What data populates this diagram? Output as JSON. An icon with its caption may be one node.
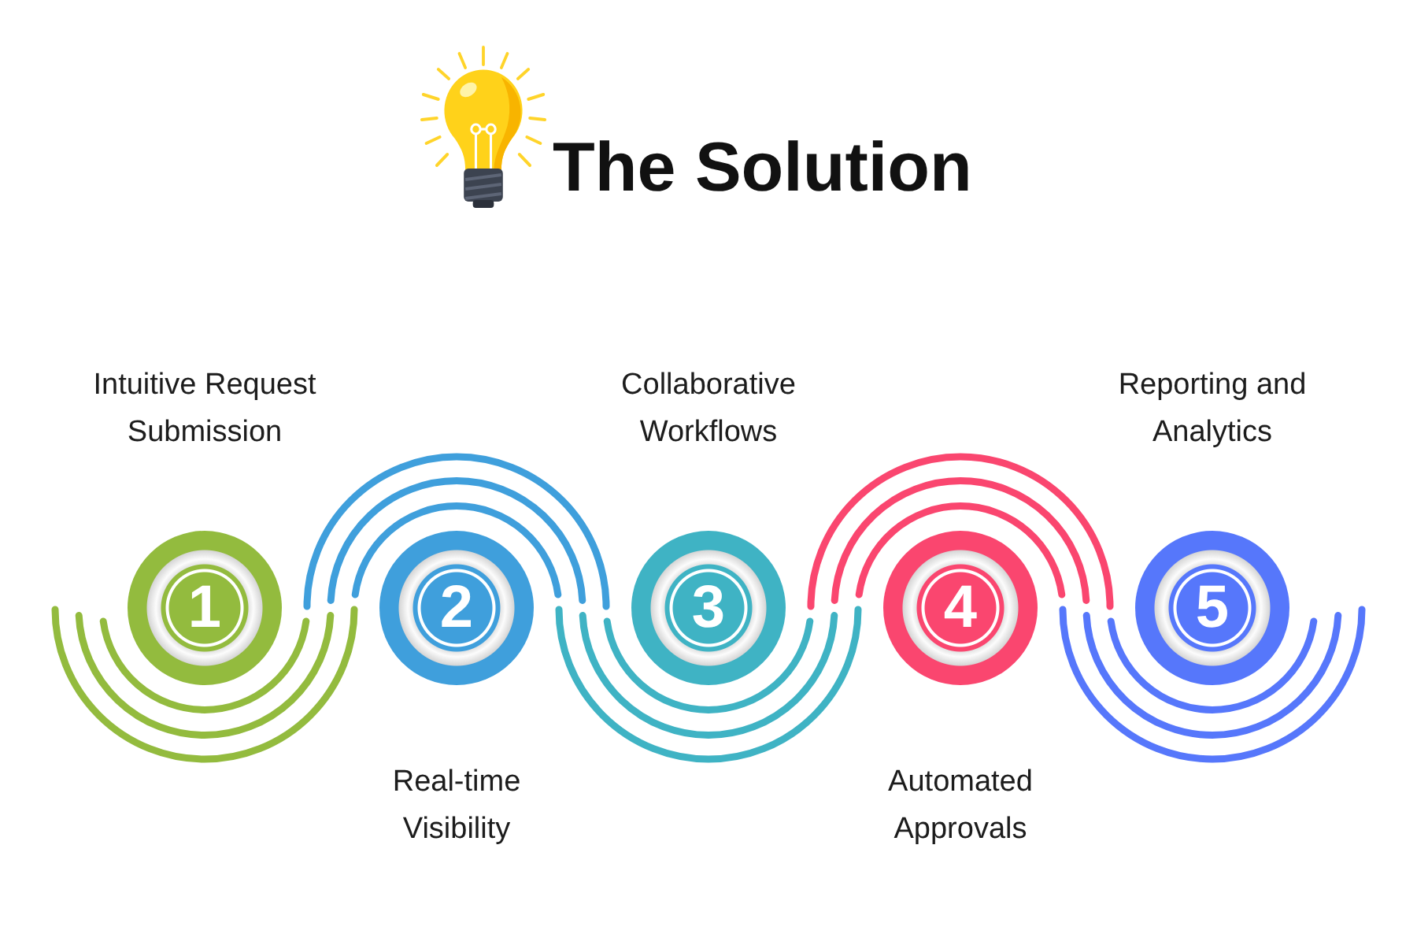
{
  "diagram": {
    "title": "The Solution",
    "nodes": [
      {
        "text": [
          "1"
        ],
        "beside": [
          "Intuitive Request Submission"
        ]
      },
      {
        "text": [
          "2"
        ],
        "beside": [
          "Real-time Visibility"
        ]
      },
      {
        "text": [
          "3"
        ],
        "beside": [
          "Collaborative Workflows"
        ]
      },
      {
        "text": [
          "4"
        ],
        "beside": [
          "Automated Approvals"
        ]
      },
      {
        "text": [
          "5"
        ],
        "beside": [
          "Reporting and Analytics"
        ]
      }
    ]
  }
}
